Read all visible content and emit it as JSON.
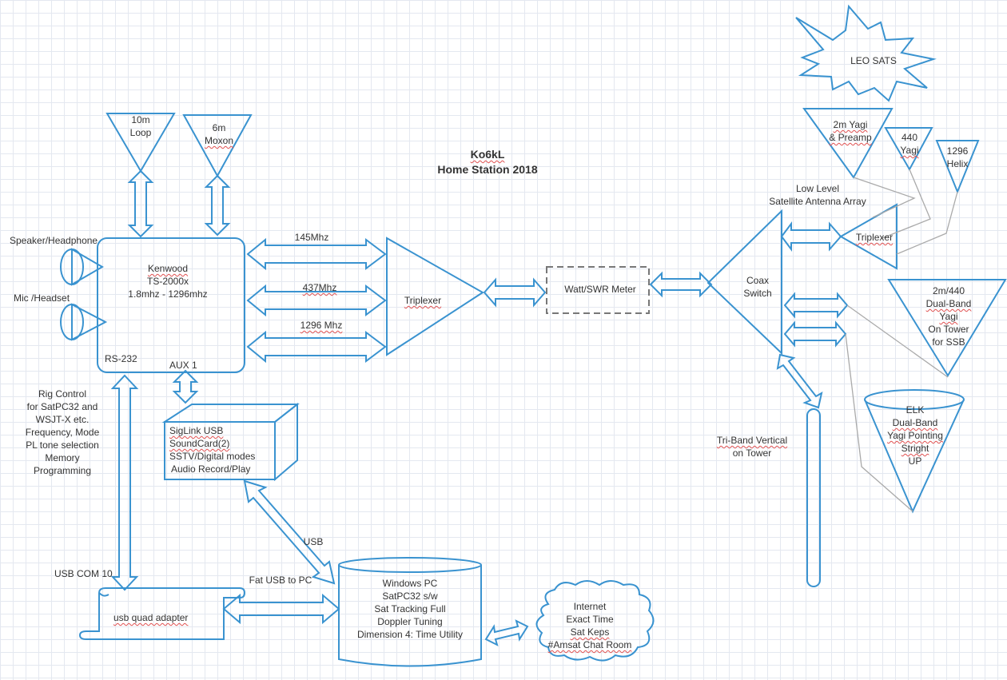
{
  "title": {
    "line1": "Ko6kL",
    "line2": "Home Station 2018"
  },
  "colors": {
    "stroke": "#3a93d0",
    "gray_line": "#aaaaaa",
    "meter_stroke": "#777777",
    "text": "#333333",
    "grid": "#e4e8f0"
  },
  "antennas": {
    "loop_10m": {
      "line1": "10m",
      "line2": "Loop"
    },
    "moxon_6m": {
      "line1": "6m",
      "line2": "Moxon"
    },
    "yagi_2m": {
      "line1": "2m Yagi",
      "line2": "& Preamp"
    },
    "yagi_440": {
      "line1": "440",
      "line2": "Yagi"
    },
    "helix_1296": {
      "line1": "1296",
      "line2": "Helix"
    },
    "dualband_tower": {
      "line1": "2m/440",
      "line2": "Dual-Band",
      "line3": "Yagi",
      "line4": "On Tower",
      "line5": "for SSB"
    },
    "elk": {
      "line1": "ELK",
      "line2": "Dual-Band",
      "line3": "Yagi Pointing",
      "line4": "Stright",
      "line5": "UP"
    },
    "vertical": {
      "line1": "Tri-Band Vertical",
      "line2": "on Tower"
    }
  },
  "leo_sats": "LEO SATS",
  "low_level": {
    "line1": "Low Level",
    "line2": "Satellite Antenna Array"
  },
  "speaker": "Speaker/Headphone",
  "mic": "Mic /Headset",
  "radio": {
    "line1": "Kenwood",
    "line2": "TS-2000x",
    "line3": "1.8mhz - 1296mhz",
    "rs232": "RS-232",
    "aux": "AUX 1"
  },
  "bands": {
    "b145": "145Mhz",
    "b437": "437Mhz",
    "b1296": "1296 Mhz"
  },
  "triplexer_main": "Triplexer",
  "triplexer_array": "Triplexer",
  "meter": "Watt/SWR Meter",
  "coax_switch": {
    "line1": "Coax",
    "line2": "Switch"
  },
  "rig_control": [
    "Rig Control",
    "for SatPC32 and",
    "WSJT-X etc.",
    "Frequency, Mode",
    "PL tone selection",
    "Memory",
    "Programming"
  ],
  "siglink": [
    "SigLink USB",
    "SoundCard(2)",
    "SSTV/Digital modes",
    "Audio Record/Play"
  ],
  "usb_label": "USB",
  "fat_usb": "Fat USB to PC",
  "usb_com": "USB COM 10",
  "usb_adapter": "usb quad adapter",
  "pc": [
    "Windows PC",
    "SatPC32 s/w",
    "Sat Tracking Full",
    "Doppler Tuning",
    "Dimension 4: Time Utility"
  ],
  "internet": [
    "Internet",
    "Exact Time",
    "Sat Keps",
    "#Amsat Chat Room"
  ]
}
